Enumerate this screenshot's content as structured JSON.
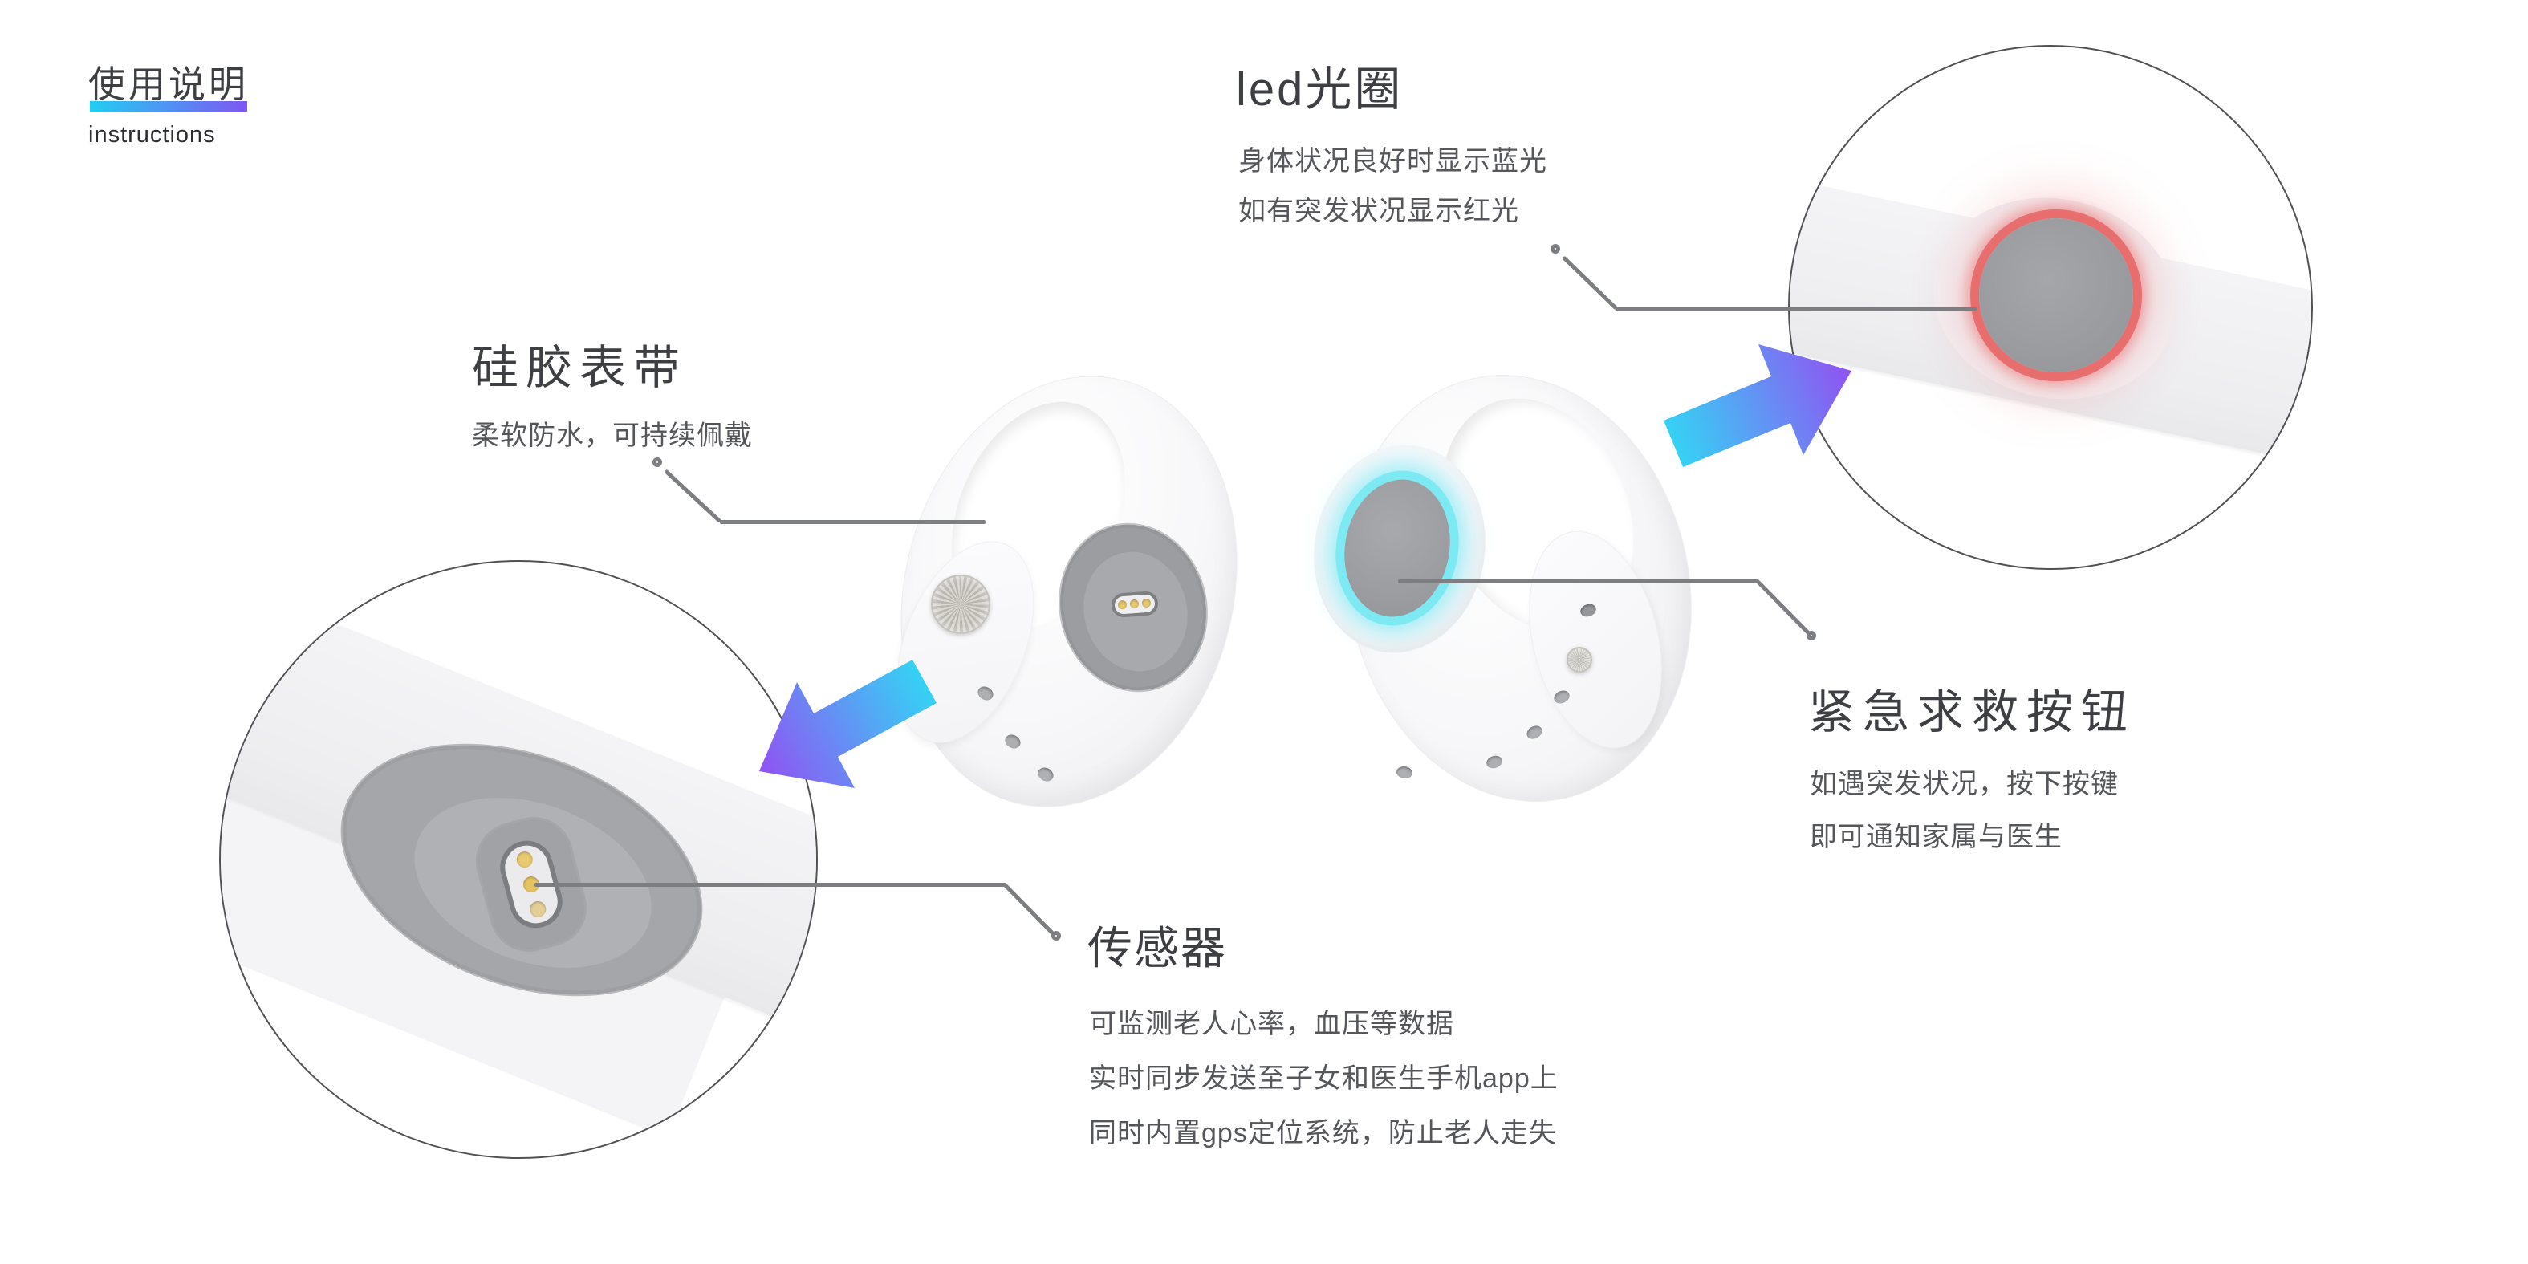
{
  "header": {
    "title": "使用说明",
    "subtitle": "instructions"
  },
  "annotations": {
    "led": {
      "title": "led光圈",
      "lines": [
        "身体状况良好时显示蓝光",
        "如有突发状况显示红光"
      ]
    },
    "silicone": {
      "title": "硅胶表带",
      "lines": [
        "柔软防水，可持续佩戴"
      ]
    },
    "sos": {
      "title": "紧急求救按钮",
      "lines": [
        "如遇突发状况，按下按键",
        "即可通知家属与医生"
      ]
    },
    "sensor": {
      "title": "传感器",
      "lines": [
        "可监测老人心率，血压等数据",
        "实时同步发送至子女和医生手机app上",
        "同时内置gps定位系统，防止老人走失"
      ]
    }
  },
  "colors": {
    "accent_gradient_start": "#22cdf2",
    "accent_gradient_end": "#7e57f2",
    "arrow_gradient_start": "#35d2f4",
    "arrow_gradient_end": "#9152f3",
    "led_blue_ring": "#7de9f3",
    "led_red_ring": "#e76464",
    "leader_line": "#7d7e82",
    "heading_text": "#3e3f43",
    "body_text": "#55565a"
  }
}
